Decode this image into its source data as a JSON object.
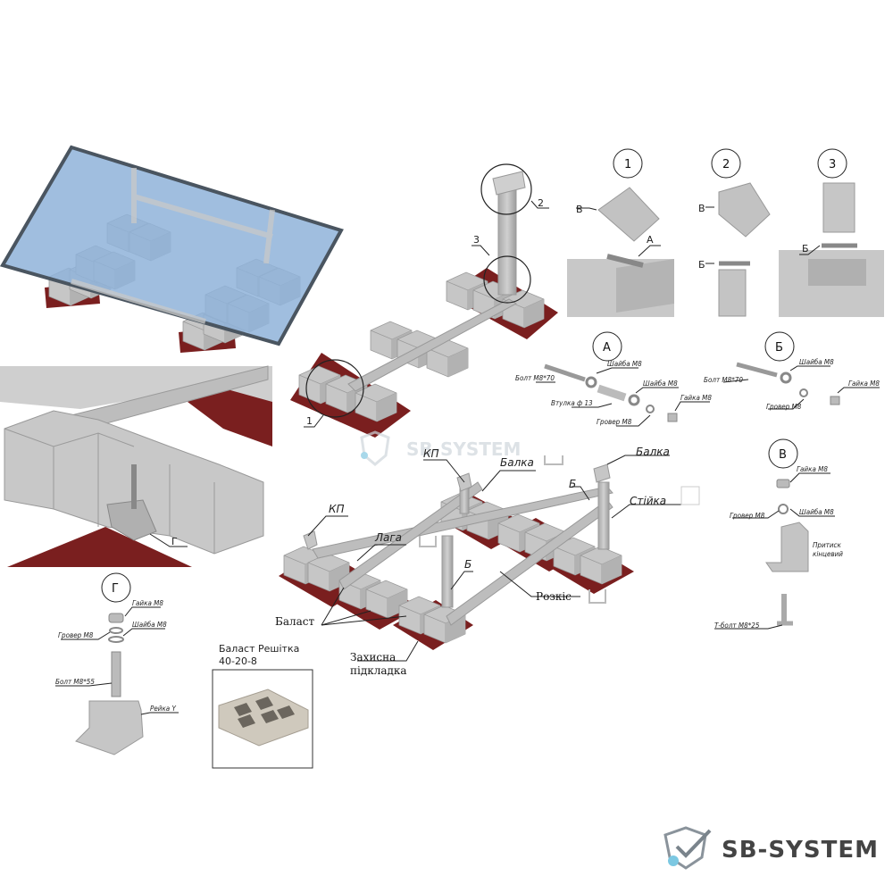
{
  "callouts": {
    "c1": "1",
    "c2": "2",
    "c3": "3",
    "detail1": "1",
    "detail2": "2",
    "detail3": "3",
    "detailA": "А",
    "detailB": "Б",
    "detailV": "В",
    "detailG": "Г"
  },
  "labels": {
    "V1": "В",
    "A1": "А",
    "V2": "В",
    "B2": "Б",
    "B3": "Б",
    "g_zoom": "Г",
    "bolt_m8_70_a": "Болт М8*70",
    "washer_m8_a1": "Шайба М8",
    "washer_m8_a2": "Шайба М8",
    "sleeve": "Втулка ф 13",
    "grover_a": "Гровер М8",
    "nut_a": "Гайка М8",
    "bolt_m8_70_b": "Болт М8*70",
    "washer_m8_b": "Шайба М8",
    "grover_b": "Гровер М8",
    "nut_b": "Гайка М8",
    "nut_v": "Гайка М8",
    "grover_v": "Гровер М8",
    "washer_v": "Шайба М8",
    "clamp_end_1": "Притиск",
    "clamp_end_2": "кінцевий",
    "t_bolt": "Т-болт М8*25",
    "nut_g": "Гайка М8",
    "grover_g": "Гровер М8",
    "washer_g": "Шайба М8",
    "bolt_m8_55": "Болт М8*55",
    "rail_y": "Рейка Y",
    "kp1": "КП",
    "balka1": "Балка",
    "b1": "Б",
    "balka2": "Балка",
    "stiyka": "Стійка",
    "kp2": "КП",
    "laga": "Лага",
    "b2": "Б",
    "rozkis": "Розкіс",
    "balast": "Баласт",
    "zakhysna1": "Захисна",
    "zakhysna2": "підкладка",
    "grid_title1": "Баласт Решітка",
    "grid_title2": "40-20-8"
  },
  "watermark": "SB-SYSTEM",
  "brand": {
    "name": "SB-SYSTEM"
  },
  "colors": {
    "panel": "#8fb3d9",
    "panel_frame": "#4a5560",
    "block": "#c4c4c4",
    "block_dark": "#9a9a9a",
    "mat": "#7a1f1f",
    "steel": "#bdbdbd",
    "line": "#222222"
  }
}
